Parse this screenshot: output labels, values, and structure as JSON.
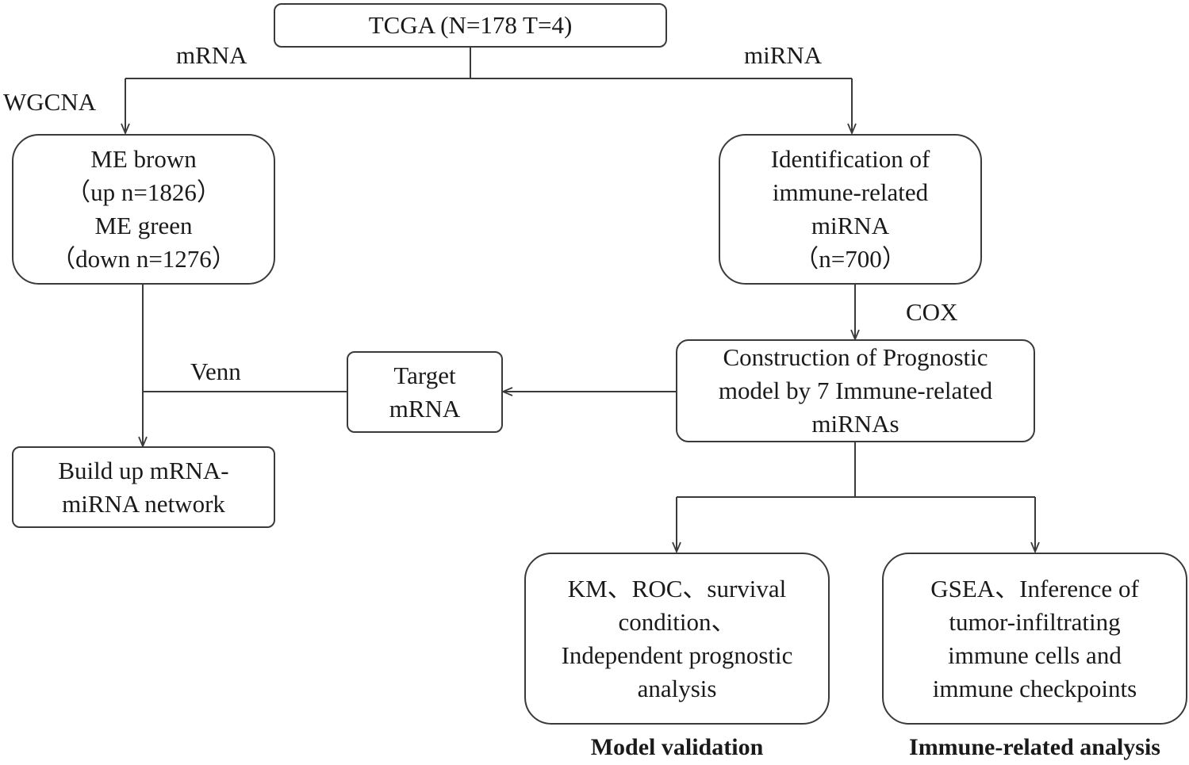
{
  "nodes": {
    "tcga": {
      "lines": [
        "TCGA (N=178 T=4)"
      ]
    },
    "me_modules": {
      "lines": [
        "ME brown",
        "（up n=1826）",
        "ME green",
        "（down n=1276）"
      ]
    },
    "immune_mirna": {
      "lines": [
        "Identification of",
        "immune-related",
        "miRNA",
        "（n=700）"
      ]
    },
    "prognostic_model": {
      "lines": [
        "Construction of Prognostic",
        "model by 7 Immune-related",
        "miRNAs"
      ]
    },
    "target_mrna": {
      "lines": [
        "Target",
        "mRNA"
      ]
    },
    "network": {
      "lines": [
        "Build up mRNA-",
        "miRNA network"
      ]
    },
    "validation_box": {
      "lines": [
        "KM、ROC、survival",
        "condition、",
        "Independent prognostic",
        "analysis"
      ]
    },
    "immune_box": {
      "lines": [
        "GSEA、Inference of",
        "tumor-infiltrating",
        "immune cells and",
        "immune checkpoints"
      ]
    }
  },
  "edge_labels": {
    "mrna": "mRNA",
    "mirna": "miRNA",
    "wgcna": "WGCNA",
    "cox": "COX",
    "venn": "Venn"
  },
  "captions": {
    "model_validation": "Model validation",
    "immune_analysis": "Immune-related analysis"
  },
  "colors": {
    "line": "#3a3a3a",
    "text": "#1a1a1a",
    "background": "#ffffff"
  }
}
